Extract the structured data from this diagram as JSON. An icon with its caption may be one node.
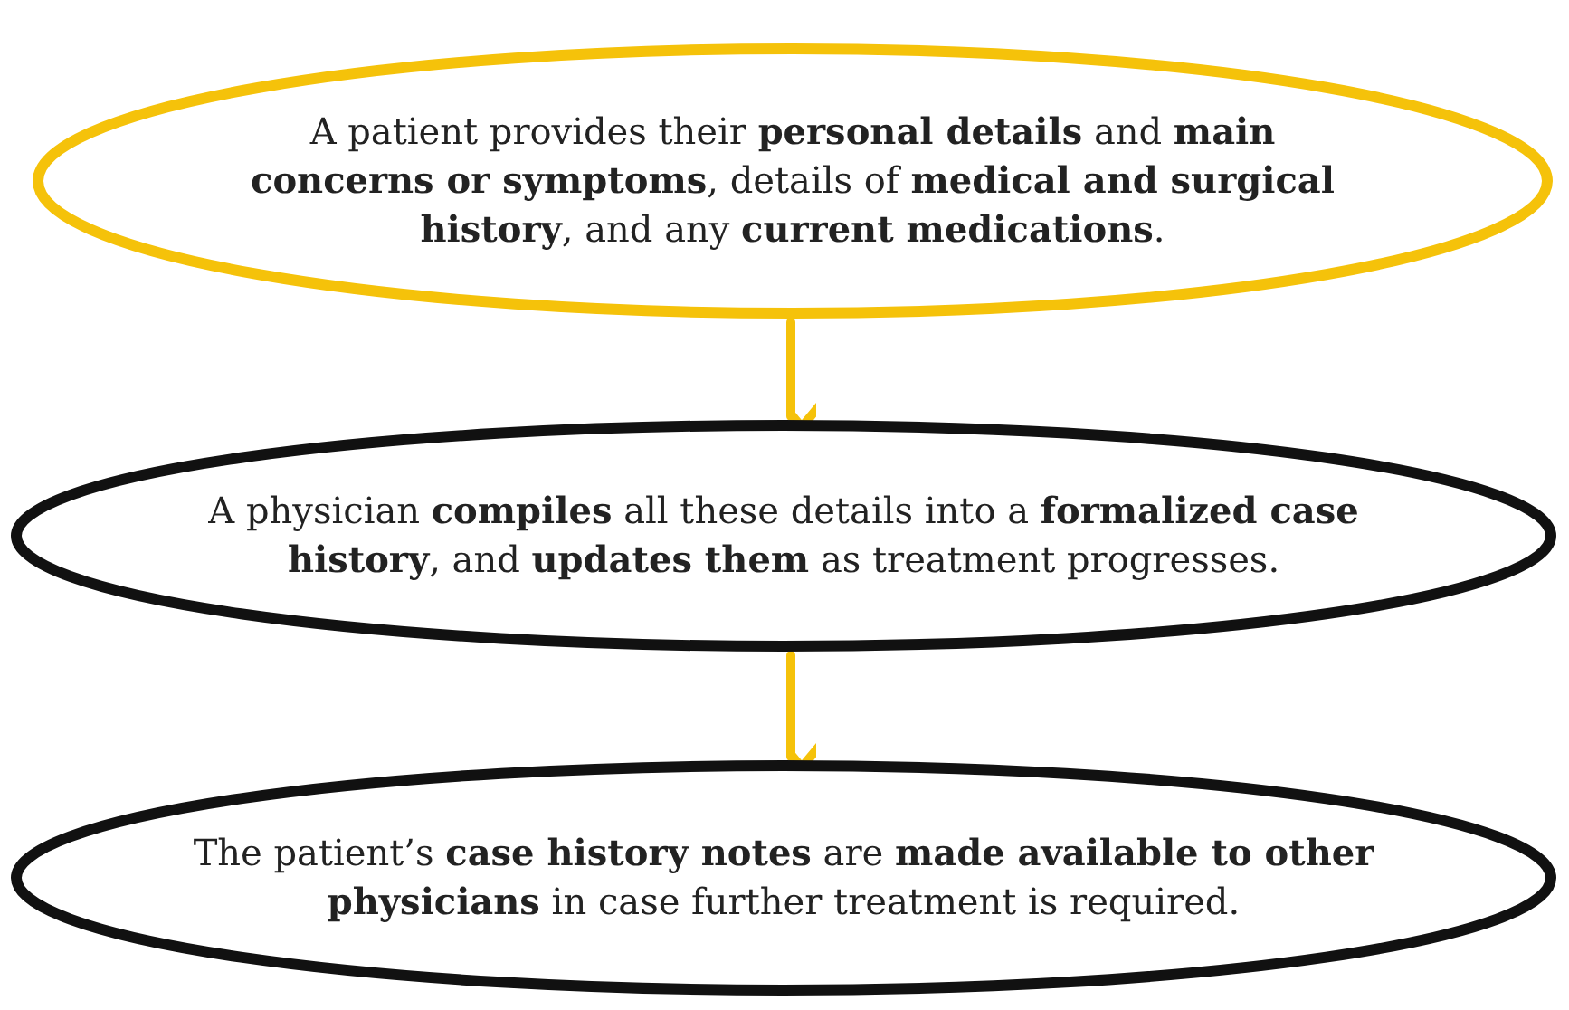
{
  "diagram": {
    "nodes": [
      {
        "text": [
          "A patient provides their **personal details** and **main concerns or symptoms**, details of **medical and surgical history**, and any **current medications**."
        ]
      },
      {
        "text": [
          "A physician **compiles** all these details into a **formalized case history**, and **updates them** as treatment progresses."
        ]
      },
      {
        "text": [
          "The patient’s **case history notes** are **made available to other physicians** in case further treatment is required."
        ]
      }
    ],
    "edges": [
      {
        "from": 0,
        "to": 1,
        "arrow": "to"
      },
      {
        "from": 1,
        "to": 2,
        "arrow": "to"
      }
    ]
  }
}
